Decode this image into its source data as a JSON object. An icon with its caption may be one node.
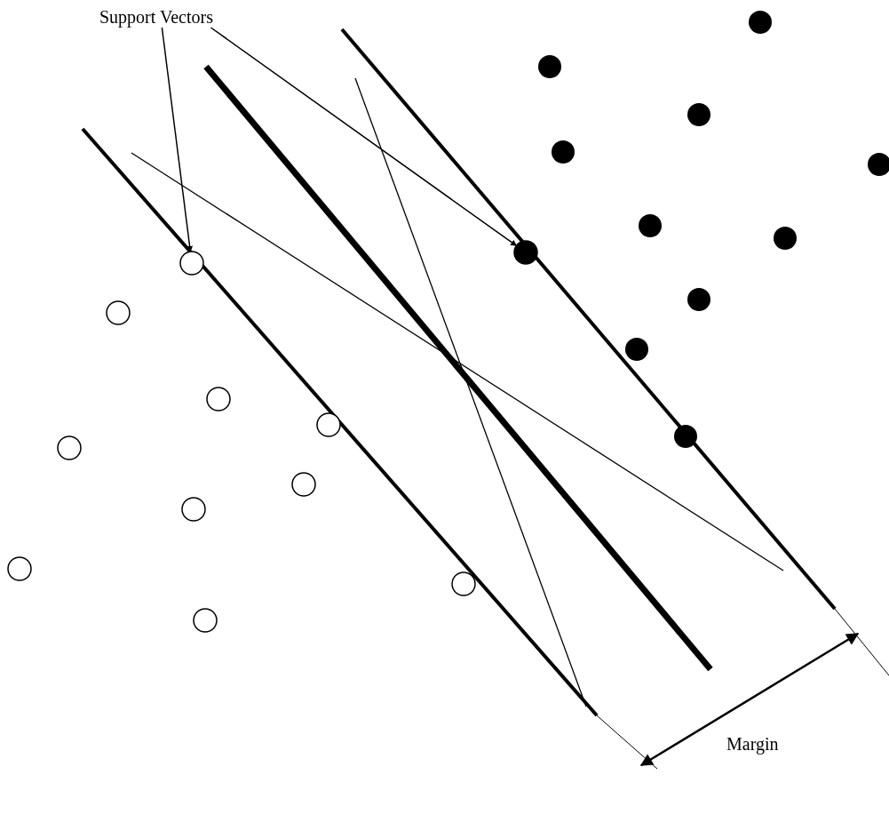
{
  "diagram": {
    "nodes": [
      {
        "text": [
          "Support Vectors"
        ]
      },
      {
        "text": [],
        "shape": "circle"
      },
      {
        "text": [],
        "shape": "circle"
      }
    ],
    "edges": [
      {
        "from": 0,
        "to": 1,
        "arrow": "to"
      },
      {
        "from": 0,
        "to": 2,
        "arrow": "to"
      }
    ],
    "labels": [
      "Margin"
    ]
  }
}
